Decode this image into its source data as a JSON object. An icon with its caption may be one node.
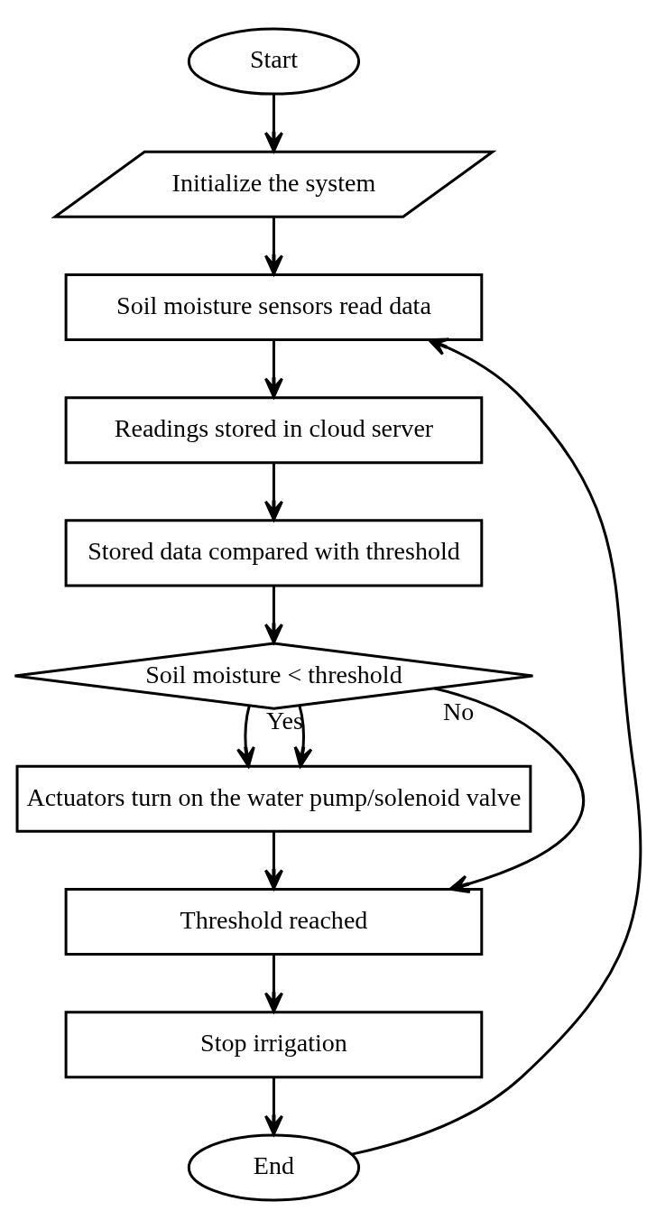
{
  "diagram": {
    "nodes": [
      {
        "text": [
          "Start"
        ]
      },
      {
        "text": [
          "Initialize the system"
        ]
      },
      {
        "text": [
          "Soil moisture sensors read data"
        ]
      },
      {
        "text": [
          "Readings stored in cloud server"
        ]
      },
      {
        "text": [
          "Stored data compared with threshold"
        ]
      },
      {
        "text": [
          "Soil moisture < threshold"
        ]
      },
      {
        "text": [
          "Actuators turn on the water pump/solenoid valve"
        ]
      },
      {
        "text": [
          "Threshold reached"
        ]
      },
      {
        "text": [
          "Stop irrigation"
        ]
      },
      {
        "text": [
          "End"
        ]
      }
    ],
    "edges": [
      {
        "from": 0,
        "to": 1,
        "arrow": "to"
      },
      {
        "from": 1,
        "to": 2,
        "arrow": "to"
      },
      {
        "from": 2,
        "to": 3,
        "arrow": "to"
      },
      {
        "from": 3,
        "to": 4,
        "arrow": "to"
      },
      {
        "from": 4,
        "to": 5,
        "arrow": "to"
      },
      {
        "from": 5,
        "to": 6,
        "arrow": "to"
      },
      {
        "from": 5,
        "to": 6,
        "arrow": "to",
        "label": "Yes"
      },
      {
        "from": 5,
        "to": 7,
        "arrow": "to",
        "label": "No"
      },
      {
        "from": 6,
        "to": 7,
        "arrow": "to"
      },
      {
        "from": 7,
        "to": 8,
        "arrow": "to"
      },
      {
        "from": 8,
        "to": 9,
        "arrow": "to"
      },
      {
        "from": 9,
        "to": 2,
        "arrow": "to"
      }
    ]
  }
}
